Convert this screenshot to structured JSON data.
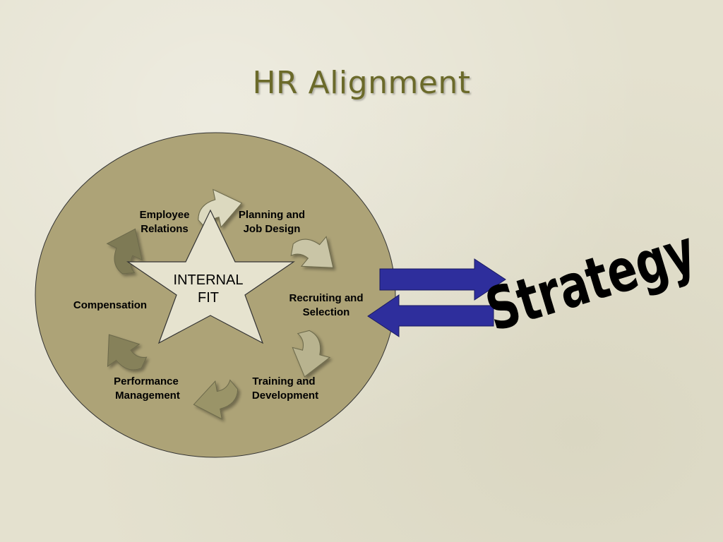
{
  "slide": {
    "title": "HR Alignment"
  },
  "diagram": {
    "center_label_line1": "INTERNAL",
    "center_label_line2": "FIT",
    "nodes": [
      {
        "line1": "Employee",
        "line2": "Relations"
      },
      {
        "line1": "Planning and",
        "line2": "Job Design"
      },
      {
        "line1": "Recruiting and",
        "line2": "Selection"
      },
      {
        "line1": "Training and",
        "line2": "Development"
      },
      {
        "line1": "Performance",
        "line2": "Management"
      },
      {
        "line1": "Compensation",
        "line2": ""
      }
    ],
    "strategy_label": "Strategy"
  },
  "colors": {
    "circle_fill": "#ada377",
    "star_fill": "#e6e3cf",
    "arrow_light": "#d2cfb2",
    "arrow_mid": "#9a9468",
    "arrow_dark": "#7e7a55",
    "connector_blue": "#2e2e9c",
    "title": "#6b6a2a"
  }
}
